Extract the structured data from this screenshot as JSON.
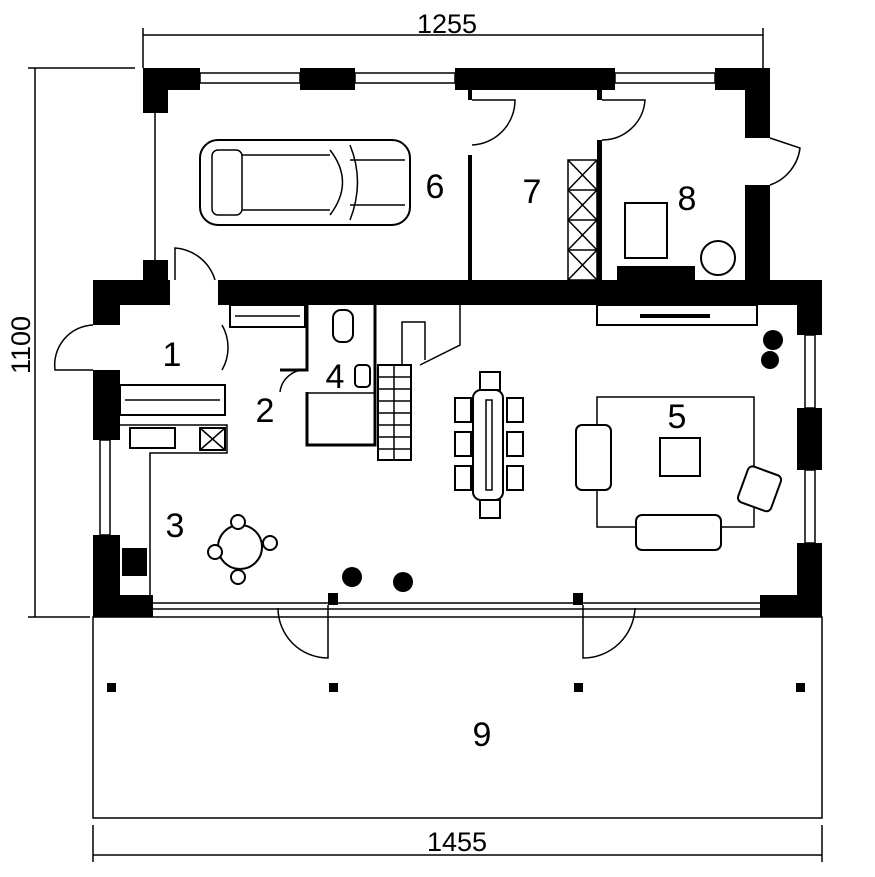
{
  "dimensions": {
    "top": "1255",
    "left": "1100",
    "bottom": "1455"
  },
  "rooms": [
    {
      "number": "1"
    },
    {
      "number": "2"
    },
    {
      "number": "3"
    },
    {
      "number": "4"
    },
    {
      "number": "5"
    },
    {
      "number": "6"
    },
    {
      "number": "7"
    },
    {
      "number": "8"
    },
    {
      "number": "9"
    }
  ]
}
